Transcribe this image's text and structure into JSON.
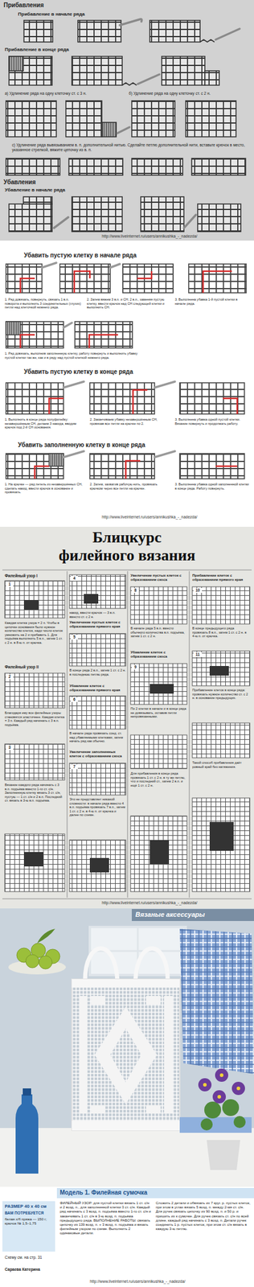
{
  "diagram": {
    "labels": [
      "Прибавления",
      "Прибавление в начале ряда",
      "Прибавление в конце ряда",
      "а) Удлинение ряда на одну клеточку ст. с 3 н.",
      "б) Удлинение ряда на одну клеточку ст. с 2 н.",
      "с) Удлинение ряда вывязыванием в. п. дополнительной нитью. Сделайте петлю дополнительной нити, вставьте крючок в место, указанное стрелкой, вяжите цепочку из в. п.",
      "Убавления",
      "Убавление в начале ряда",
      "http://www.liveinternet.ru/users/annikushka_-_nadezda/",
      "Убавить пустую клетку в начале ряда",
      "1. Ряд довязать, повернуть, связать 1 в.п. поворота и выполнить 3 соединительных (глухих) петли над клеточкой нижнего ряда.",
      "2. Затем вяжем 3 в.п. и СН, 2 в.п., заменяя пустую клетку, ввести крючок над СН следующей клетки и выполнить СН.",
      "3. Выполнена убавка 1-й пустой клетки в начале ряда.",
      "1. Ряд довязать, выполнив заполненную клетку, работу повернуть и выполнить убавку пустой клетки так же, как и в ряду над пустой клеткой нижнего ряда.",
      "Убавить пустую клетку в конце ряда",
      "1. Выполнить в конце ряда полуфилейку: незавершённым СН, делаем 3 накида, вводим крючок под 2-й СН основания.",
      "2. Заканчиваем убавку незавершённым СН, провязав все петли на крючке по 2.",
      "3. Выполнена убавка одной пустой клетки. Вязание повернуть и продолжать работу.",
      "Убавить заполненную клетку в конце ряда",
      "1. На крючке — ряд петель из незавершённых СН, сделать накид, ввести крючок в основание и провязать.",
      "2. Затем, захватив рабочую нить, провязать крючком через все петли на крючке.",
      "3. Выполнена убавка одной заполненной клетки в конце ряда. Работу повернуть.",
      "http://www.liveinternet.ru/users/annikushka_-_nadezda/",
      "Блицкурс",
      "филейного вязания",
      "Филейный узор I",
      "1",
      "Каждая клетка узора = 2 п. Чтобы в цепочке основания было нужное количество клеток, надо число клеток умножить на 2 и прибавить 1. Для подъёма выполнить 5 в.п., затем 1 ст. с 2 н. в 8-ю п. от крючка.",
      "Филейный узор II",
      "2",
      "Благодаря ему все филейные узоры становятся эластичнее. Каждая клетка = 3 п. Каждый ряд начинать с 3 в.п. подъёма.",
      "3",
      "Вязание каждого ряда начинать с 3 в.п. подъёма вместо 1-го ст. с/н. Заполненную клетку вязать 3 ст. с/н, пустую — 1 ст. с/н и 2 в.п. Последний ст. вязать в 3-ю в.п. подъёма.",
      "4",
      "накид, ввести крючок — 3 в.п. вместо ст. с 2 н.",
      "Увеличение пустых клеток с образованием прямого края",
      "5",
      "В конце ряда 2 в.п., затем 1 ст. с 2 н. в последнюю петлю ряда.",
      "Убавление клеток с образованием прямого края",
      "6",
      "В начале ряда провязать соед. ст. над убавляемыми клетками, затем начать ряд как обычно.",
      "Увеличение заполненных клеток с образованием скоса",
      "7",
      "Это не представляет никакой сложности: в начале ряда вместо 4 в.п. подъёма провязать 7 в.п., затем 1 ст. с 2 н. в 4-ю п. от крючка и далее по схеме.",
      "Увеличение пустых клеток с образованием скоса",
      "8",
      "В начале ряда 5 в.п. вместо обычного количества в.п. подъёма, затем 1 ст. с 2 н.",
      "Убавление клеток с образованием скоса",
      "9",
      "По 2 клетки в начале и в конце ряда не довязывать, оставив петли непровязанными.",
      "Для прибавления в конце ряда провязать 1 ст. с 2 н. в ту же петлю, что и последний ст., затем 2 в.п. и ещё 1 ст. с 2 н.",
      "Прибавление клеток с образованием прямого края",
      "10",
      "В конце предыдущего ряда провязать 8 в.п., затем 1 ст. с 2 н. в 4-ю п. от крючка.",
      "11",
      "Прибавление клеток в конце ряда: провязать нужное количество ст. с 2 н. в основание предыдущих.",
      "Такой способ прибавления даёт ровный край без натяжения.",
      "http://www.liveinternet.ru/users/annikushka_-_nadezda/",
      "Вязаные аксессуары",
      "Модель 1. Филейная сумочка",
      "РАЗМЕР 40 х 40 см",
      "ВАМ ПОТРЕБУЕТСЯ",
      "белая х/б пряжа — 150 г; крючок № 1,5–1,75",
      "Схему см. на стр. 31",
      "ФИЛЕЙНЫЙ УЗОР: для пустой клетки вязать 1 ст. с/н и 2 возд. п., для заполненной клетки 3 ст. с/н. Каждый ряд начинать с 3 возд. п. подъёма вместо 1-го ст. с/н и заканчивать 1 ст. с/н в 3-ю возд. п. подъёма предыдущего ряда. ВЫПОЛНЕНИЕ РАБОТЫ: связать цепочку из 139 возд. п. + 3 возд. п. подъёма и вязать филейным узором по схеме. Выполнить 2 одинаковые детали.",
      "Сложить 2 детали и обвязать их 7 круг. р. пустых клеток, при этом в углах вязать 5 возд. п. между 2-мя ст. с/н. Для ручек связать цепочку из 90 возд. п. и 50 р. и пришить их к сумочке. Для ручек связать ст. с/н по всей длине, каждый ряд начинать с 3 возд. п. Детали ручек соединить 1 р. пустых клеток, при этом ст. с/н вязать в каждую 3-ю петлю.",
      "Сараева Катерина",
      "http://www.liveinternet.ru/users/annikushka_-_nadezda/"
    ]
  }
}
